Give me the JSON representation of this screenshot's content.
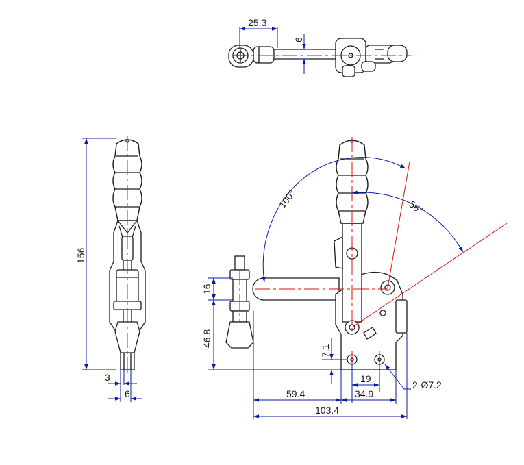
{
  "drawing": {
    "dimensions": {
      "top_width": "25.3",
      "top_rod": "6",
      "overall_height": "156",
      "side_three": "3",
      "side_six": "6",
      "bar_height": "16",
      "spindle_height": "46.8",
      "base_hole_height": "7.1",
      "hole_pitch": "19",
      "hole_spacing": "34.9",
      "reach": "59.4",
      "overall_length": "103.4",
      "holes": "2-Ø7.2"
    },
    "angles": {
      "handle_swing": "100°",
      "bar_swing": "56°"
    },
    "colors": {
      "dimension": "#0a1aa8",
      "centerline": "#dd1111",
      "outline": "#1a1a1a"
    }
  }
}
